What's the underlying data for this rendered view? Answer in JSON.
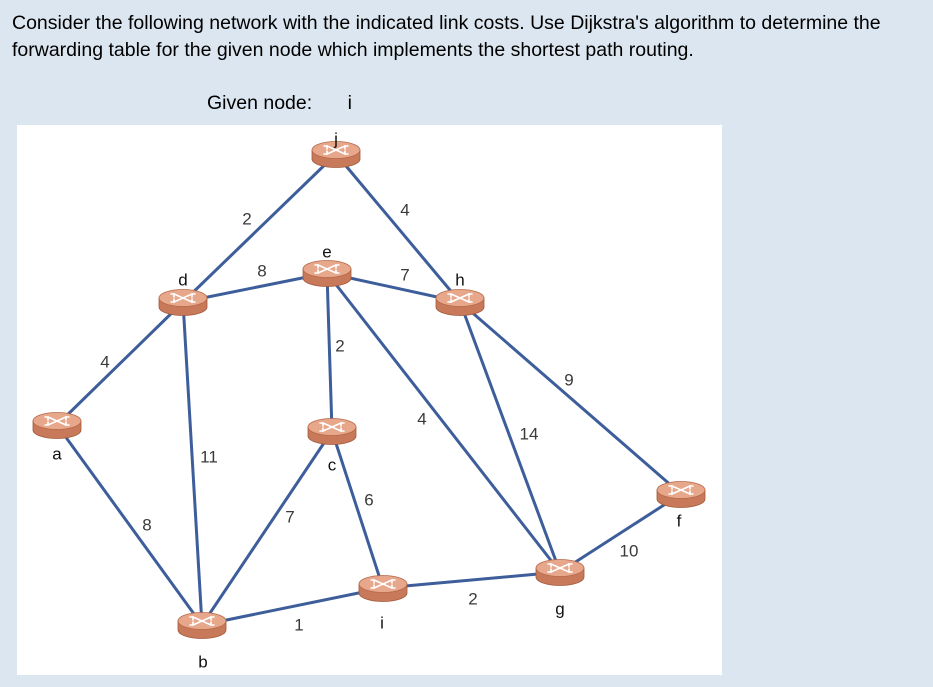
{
  "question": "Consider the following network with the indicated link costs. Use Dijkstra's algorithm to determine the forwarding table for the given node which implements the shortest path routing.",
  "given": {
    "label": "Given node:",
    "value": "i"
  },
  "colors": {
    "background": "#dce6f0",
    "link": "#3d5e9a",
    "router_body": "#c8795a",
    "router_top": "#e6a78b",
    "router_arrows": "#ffffff"
  },
  "network": {
    "nodes": [
      {
        "id": "a",
        "label": "a"
      },
      {
        "id": "b",
        "label": "b"
      },
      {
        "id": "c",
        "label": "c"
      },
      {
        "id": "d",
        "label": "d"
      },
      {
        "id": "e",
        "label": "e"
      },
      {
        "id": "f",
        "label": "f"
      },
      {
        "id": "g",
        "label": "g"
      },
      {
        "id": "h",
        "label": "h"
      },
      {
        "id": "i",
        "label": "i"
      },
      {
        "id": "j",
        "label": "j"
      }
    ],
    "links": [
      {
        "from": "a",
        "to": "d",
        "cost": "4"
      },
      {
        "from": "a",
        "to": "b",
        "cost": "8"
      },
      {
        "from": "d",
        "to": "j",
        "cost": "2"
      },
      {
        "from": "d",
        "to": "e",
        "cost": "8"
      },
      {
        "from": "d",
        "to": "b",
        "cost": "11"
      },
      {
        "from": "j",
        "to": "h",
        "cost": "4"
      },
      {
        "from": "e",
        "to": "h",
        "cost": "7"
      },
      {
        "from": "e",
        "to": "c",
        "cost": "2"
      },
      {
        "from": "e",
        "to": "g",
        "cost": "4"
      },
      {
        "from": "c",
        "to": "b",
        "cost": "7"
      },
      {
        "from": "c",
        "to": "i",
        "cost": "6"
      },
      {
        "from": "b",
        "to": "i",
        "cost": "1"
      },
      {
        "from": "i",
        "to": "g",
        "cost": "2"
      },
      {
        "from": "h",
        "to": "g",
        "cost": "14"
      },
      {
        "from": "h",
        "to": "f",
        "cost": "9"
      },
      {
        "from": "g",
        "to": "f",
        "cost": "10"
      }
    ]
  }
}
